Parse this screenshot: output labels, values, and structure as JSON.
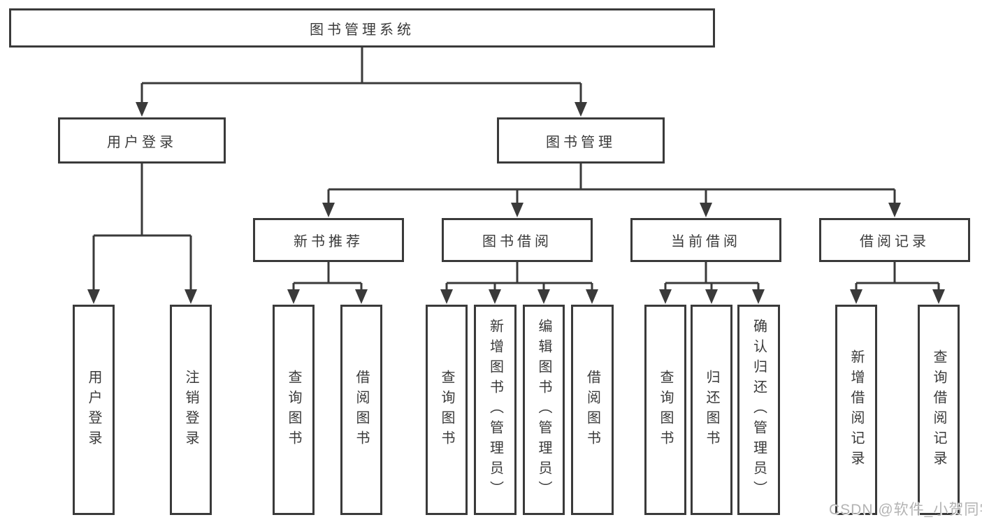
{
  "diagram": {
    "root": "图书管理系统",
    "level2": [
      {
        "label": "用户登录"
      },
      {
        "label": "图书管理"
      }
    ],
    "level3": [
      {
        "label": "新书推荐"
      },
      {
        "label": "图书借阅"
      },
      {
        "label": "当前借阅"
      },
      {
        "label": "借阅记录"
      }
    ],
    "leaves": {
      "user": [
        "用户登录",
        "注销登录"
      ],
      "recommend": [
        "查询图书",
        "借阅图书"
      ],
      "borrow": [
        "查询图书",
        "新增图书（管理员）",
        "编辑图书（管理员）",
        "借阅图书"
      ],
      "current": [
        "查询图书",
        "归还图书",
        "确认归还（管理员）"
      ],
      "records": [
        "新增借阅记录",
        "查询借阅记录"
      ]
    },
    "line_color": "#3a3a3a",
    "background_color": "#ffffff"
  },
  "watermark": "CSDN @软件_小贺同学"
}
